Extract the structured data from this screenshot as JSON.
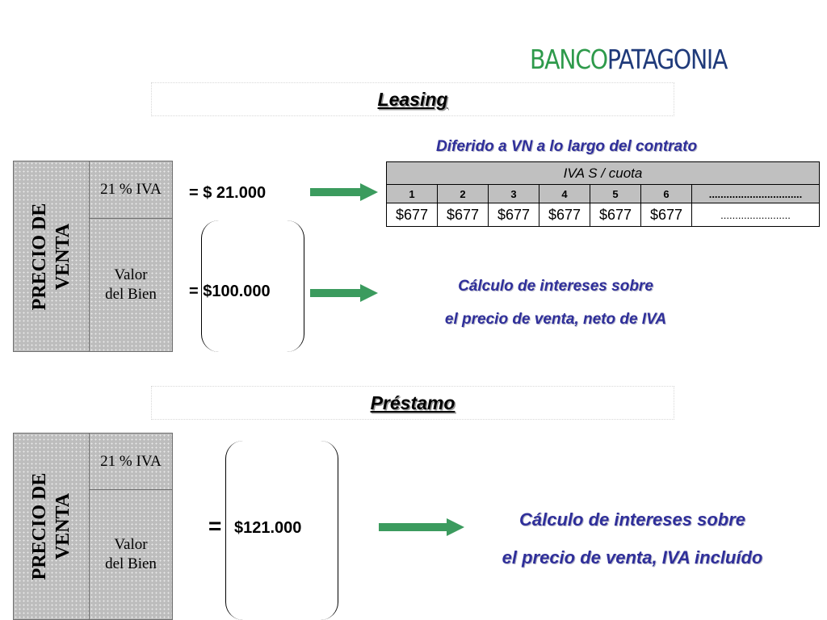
{
  "logo": {
    "part1": "BANCO",
    "part2": "PATAGONIA",
    "color1": "#2e9a4b",
    "color2": "#1f3a7a"
  },
  "leasing": {
    "title": "Leasing",
    "vertical_label": "PRECIO DE\nVENTA",
    "iva_label": "21 % IVA",
    "valor_label": "Valor\ndel Bien",
    "iva_amount": "= $ 21.000",
    "valor_amount": "= $100.000",
    "diferido_note": "Diferido a VN a lo largo del contrato",
    "table": {
      "header": "IVA S / cuota",
      "columns": [
        "1",
        "2",
        "3",
        "4",
        "5",
        "6",
        "................................"
      ],
      "values": [
        "$677",
        "$677",
        "$677",
        "$677",
        "$677",
        "$677",
        "........................"
      ]
    },
    "interest_note_line1": "Cálculo de intereses sobre",
    "interest_note_line2": "el  precio de venta, neto de IVA"
  },
  "prestamo": {
    "title": "Préstamo",
    "vertical_label": "PRECIO DE\nVENTA",
    "iva_label": "21 % IVA",
    "valor_label": "Valor\ndel Bien",
    "equals": "=",
    "amount": "$121.000",
    "interest_note_line1": "Cálculo de intereses sobre",
    "interest_note_line2": "el  precio de venta, IVA incluído"
  },
  "colors": {
    "accent_green": "#3b9b5e",
    "note_blue": "#2f2f9a"
  }
}
